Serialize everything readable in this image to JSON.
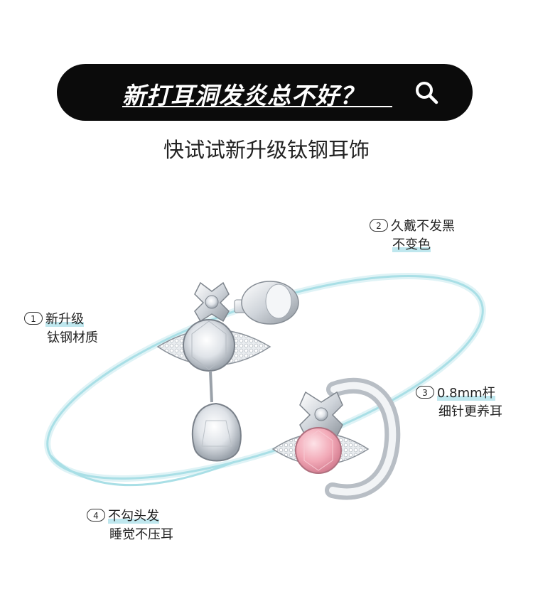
{
  "banner": {
    "title": "新打耳洞发炎总不好？",
    "icon": "search-icon"
  },
  "subtitle": "快试试新升级钛钢耳饰",
  "features": [
    {
      "num": "1",
      "line1": "新升级",
      "line2": "钛钢材质"
    },
    {
      "num": "2",
      "line1": "久戴不发黑",
      "line2": "不变色"
    },
    {
      "num": "3",
      "line1": "0.8mm杆",
      "line2": "细针更养耳"
    },
    {
      "num": "4",
      "line1": "不勾头发",
      "line2": "睡觉不压耳"
    }
  ],
  "colors": {
    "banner_bg": "#0b0b0b",
    "ring": "#a9dfe6",
    "highlight": "#bfe7ee",
    "gem_pink": "#f2a9b7"
  }
}
